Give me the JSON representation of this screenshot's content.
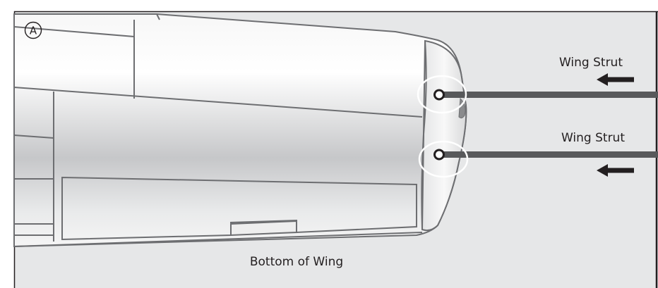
{
  "figure": {
    "panel_label": "A",
    "labels": {
      "strut_upper": "Wing Strut",
      "strut_lower": "Wing Strut",
      "bottom_of_wing": "Bottom of Wing"
    },
    "colors": {
      "background": "#e6e7e8",
      "frame": "#231f20",
      "outline": "#6d6e71",
      "strut": "#58595b",
      "arrow": "#231f20",
      "callout_ring": "#ffffff",
      "wing_light": "#f6f6f6",
      "wing_mid": "#c7c8ca"
    }
  }
}
